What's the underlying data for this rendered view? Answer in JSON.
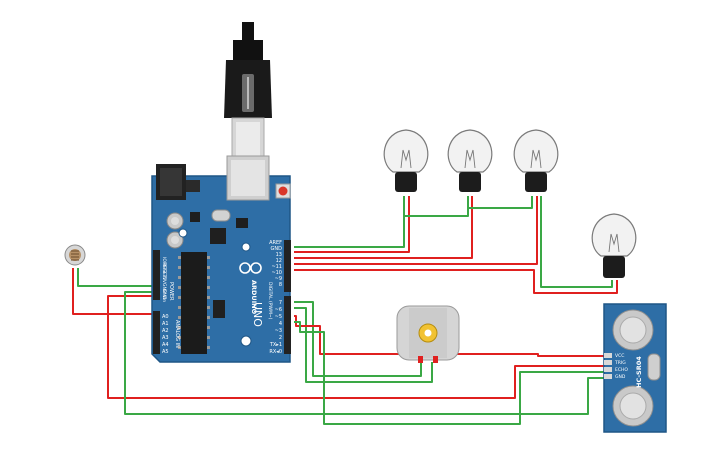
{
  "board": {
    "brand": "ARDUINO",
    "model": "UNO",
    "reset_label": "RESET",
    "power_header": [
      "IOREF",
      "RESET",
      "3.3V",
      "5V",
      "GND",
      "GND",
      "Vin"
    ],
    "power_title": "POWER",
    "analog_header": [
      "A0",
      "A1",
      "A2",
      "A3",
      "A4",
      "A5"
    ],
    "analog_title": "ANALOG IN",
    "digital_top": [
      "AREF",
      "GND",
      "13",
      "12",
      "~11",
      "~10",
      "~9",
      "8"
    ],
    "digital_bottom": [
      "7",
      "~6",
      "~5",
      "4",
      "~3",
      "2",
      "TX▸1",
      "RX◂0"
    ],
    "digital_title": "DIGITAL (PWM~)"
  },
  "sensor": {
    "model": "HC-SR04",
    "pins": [
      "VCC",
      "TRIG",
      "ECHO",
      "GND"
    ]
  },
  "colors": {
    "board": "#2e6ea6",
    "board_edge": "#1f5686",
    "wire_red": "#e0201f",
    "wire_green": "#3aa845",
    "header": "#222222"
  }
}
